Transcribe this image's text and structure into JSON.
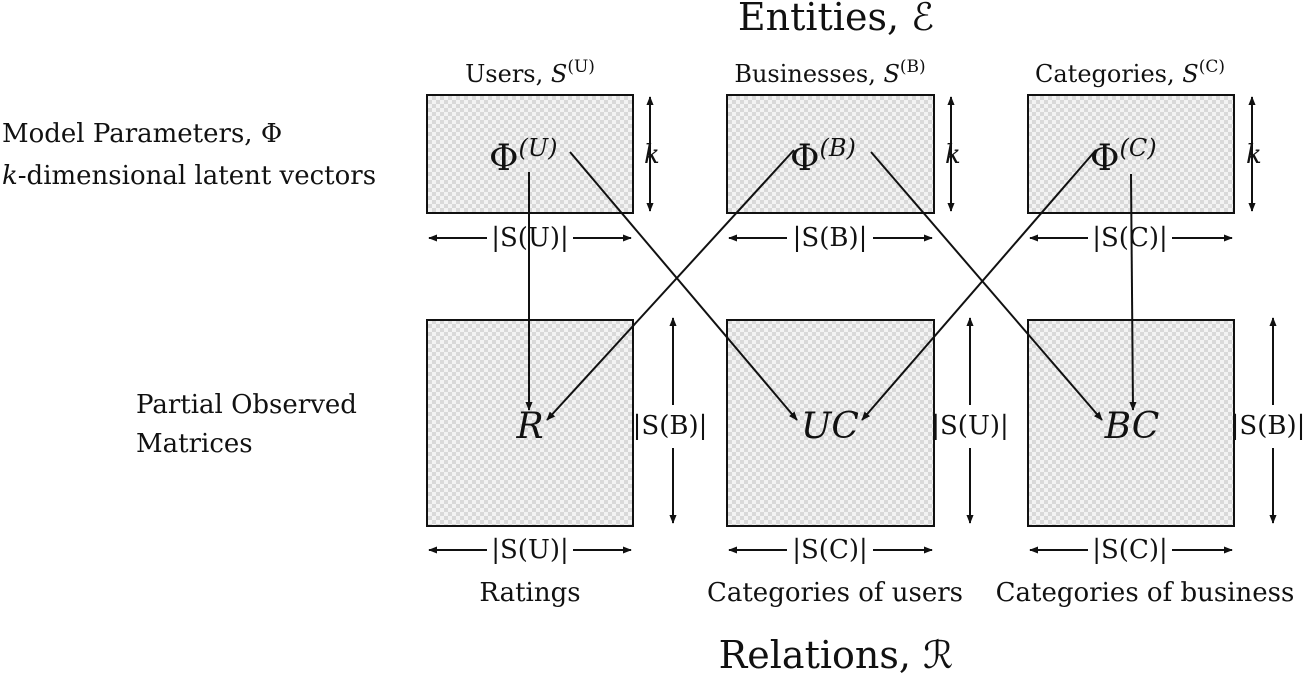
{
  "entities_title": "Entities, ℰ",
  "relations_title": "Relations, ℛ",
  "left_labels": {
    "params_line1": "Model Parameters, Φ",
    "params_line2_k": "k",
    "params_line2_rest": "-dimensional latent vectors",
    "observed_line1": "Partial Observed",
    "observed_line2": "Matrices"
  },
  "entities": [
    {
      "id": "U",
      "label": "Users, ",
      "set": "S",
      "sup": "(U)",
      "phi": "Φ",
      "k": "k",
      "width_label": "|S(U)|"
    },
    {
      "id": "B",
      "label": "Businesses, ",
      "set": "S",
      "sup": "(B)",
      "phi": "Φ",
      "k": "k",
      "width_label": "|S(B)|"
    },
    {
      "id": "C",
      "label": "Categories, ",
      "set": "S",
      "sup": "(C)",
      "phi": "Φ",
      "k": "k",
      "width_label": "|S(C)|"
    }
  ],
  "relations": [
    {
      "id": "R",
      "symbol": "R",
      "name": "Ratings",
      "height_label": "|S(B)|",
      "width_label": "|S(U)|"
    },
    {
      "id": "UC",
      "symbol": "UC",
      "name": "Categories of users",
      "height_label": "|S(U)|",
      "width_label": "|S(C)|"
    },
    {
      "id": "BC",
      "symbol": "BC",
      "name": "Categories of business",
      "height_label": "|S(B)|",
      "width_label": "|S(C)|"
    }
  ],
  "links": [
    {
      "from": "U",
      "to": "R"
    },
    {
      "from": "U",
      "to": "UC"
    },
    {
      "from": "B",
      "to": "R"
    },
    {
      "from": "B",
      "to": "BC"
    },
    {
      "from": "C",
      "to": "UC"
    },
    {
      "from": "C",
      "to": "BC"
    }
  ]
}
